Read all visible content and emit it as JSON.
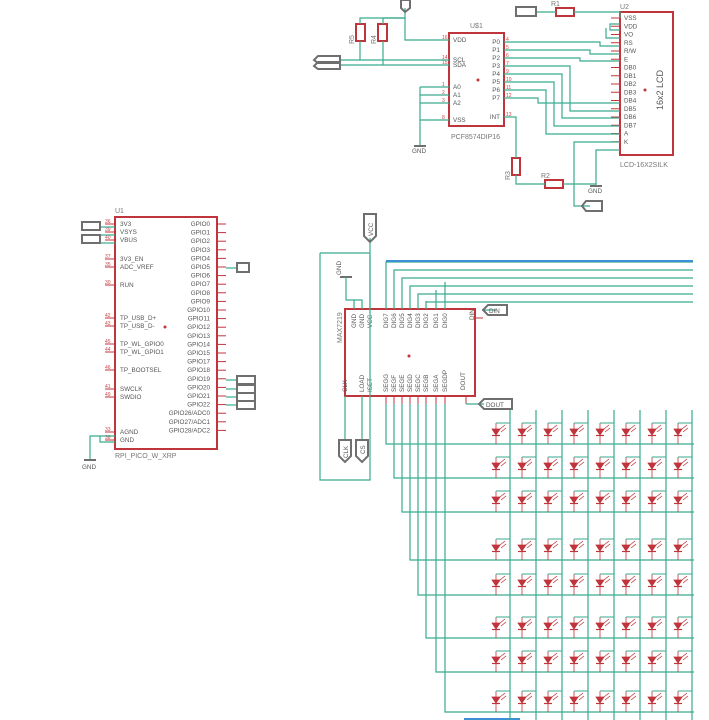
{
  "colors": {
    "wire": "#3aaa8f",
    "part": "#c0343b",
    "label": "#555555",
    "flag": "#6f6f6f",
    "bus": "#3d8fd6"
  },
  "lcd": {
    "ref": "U2",
    "value": "16x2 LCD",
    "package": "LCD-16X2SILK",
    "pins": [
      "VSS",
      "VDD",
      "VO",
      "RS",
      "R/W",
      "E",
      "DB0",
      "DB1",
      "DB2",
      "DB3",
      "DB4",
      "DB5",
      "DB6",
      "DB7",
      "A",
      "K"
    ]
  },
  "expander": {
    "ref": "U$1",
    "value": "PCF8574DIP16",
    "left_pins": [
      {
        "name": "VDD",
        "num": "16"
      },
      {
        "name": "SCL",
        "num": "14"
      },
      {
        "name": "SDA",
        "num": "15"
      },
      {
        "name": "A0",
        "num": "1"
      },
      {
        "name": "A1",
        "num": "2"
      },
      {
        "name": "A2",
        "num": "3"
      },
      {
        "name": "VSS",
        "num": "8"
      }
    ],
    "right_pins": [
      {
        "name": "P0",
        "num": "4"
      },
      {
        "name": "P1",
        "num": "5"
      },
      {
        "name": "P2",
        "num": "6"
      },
      {
        "name": "P3",
        "num": "7"
      },
      {
        "name": "P4",
        "num": "9"
      },
      {
        "name": "P5",
        "num": "10"
      },
      {
        "name": "P6",
        "num": "11"
      },
      {
        "name": "P7",
        "num": "12"
      },
      {
        "name": "INT",
        "num": "13"
      }
    ]
  },
  "pico": {
    "ref": "U1",
    "value": "RPI_PICO_W_XRP",
    "left_pins": [
      {
        "name": "3V3",
        "num": "36"
      },
      {
        "name": "VSYS",
        "num": "39"
      },
      {
        "name": "VBUS",
        "num": "40"
      },
      {
        "name": "3V3_EN",
        "num": "37"
      },
      {
        "name": "ADC_VREF",
        "num": "35"
      },
      {
        "name": "RUN",
        "num": "30"
      },
      {
        "name": "TP_USB_D+",
        "num": "42"
      },
      {
        "name": "TP_USB_D-",
        "num": "43"
      },
      {
        "name": "TP_WL_GPIO0",
        "num": "45"
      },
      {
        "name": "TP_WL_GPIO1",
        "num": "44"
      },
      {
        "name": "TP_BOOTSEL",
        "num": "46"
      },
      {
        "name": "SWCLK",
        "num": "41"
      },
      {
        "name": "SWDIO",
        "num": "49"
      },
      {
        "name": "AGND",
        "num": "33"
      },
      {
        "name": "GND",
        "num": "38"
      }
    ],
    "right_pins": [
      "GPIO0",
      "GPIO1",
      "GPIO2",
      "GPIO3",
      "GPIO4",
      "GPIO5",
      "GPIO6",
      "GPIO7",
      "GPIO8",
      "GPIO9",
      "GPIO10",
      "GPIO11",
      "GPIO12",
      "GPIO13",
      "GPIO14",
      "GPIO15",
      "GPIO17",
      "GPIO18",
      "GPIO19",
      "GPIO20",
      "GPIO21",
      "GPIO22",
      "GPIO26/ADC0",
      "GPIO27/ADC1",
      "GPIO28/ADC2"
    ]
  },
  "driver": {
    "ref": "MAX7219",
    "top_pins": [
      "GND",
      "GND",
      "VCC",
      "DIG7",
      "DIG6",
      "DIG5",
      "DIG4",
      "DIG3",
      "DIG2",
      "DIG1",
      "DIG0"
    ],
    "side_pin": "DIN",
    "bottom_pins": [
      "CLK",
      "LOAD",
      "ISET",
      "SEGG",
      "SEGF",
      "SEGE",
      "SEGD",
      "SEGC",
      "SEGB",
      "SEGA",
      "SEGDP"
    ],
    "bottom_right_pin": "DOUT"
  },
  "resistors": [
    "R5",
    "R4",
    "R1",
    "R3",
    "R2"
  ],
  "net_labels": {
    "gnd": "GND",
    "vcc": "VCC",
    "din": "DIN",
    "dout": "DOUT",
    "clk": "CLK",
    "cs": "CS"
  }
}
